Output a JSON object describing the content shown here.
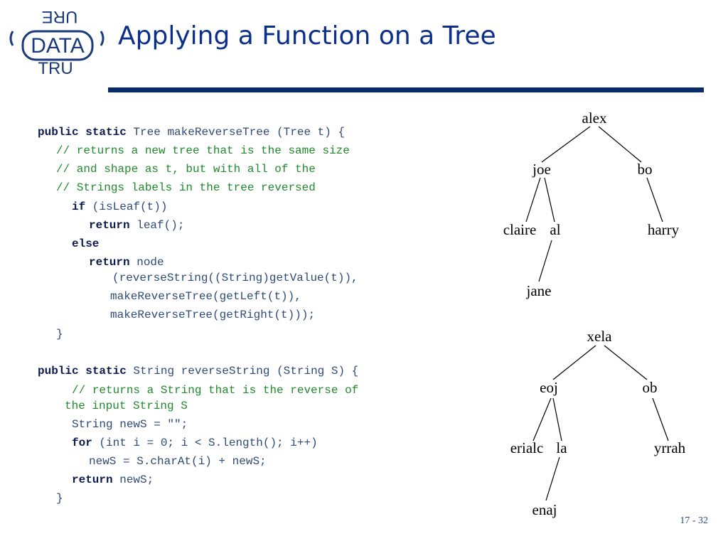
{
  "slide": {
    "title": "Applying a Function on a Tree",
    "page_number": "17 - 32",
    "logo": {
      "word": "DATA",
      "arc_top": "URE",
      "arc_bottom": "TRU"
    }
  },
  "code": {
    "lines": [
      [
        {
          "t": "kw",
          "v": "public static"
        },
        {
          "t": "pl",
          "v": " Tree makeReverseTree (Tree t) {"
        }
      ],
      [
        {
          "t": "cm",
          "v": "// returns a new tree that is the same size"
        }
      ],
      [
        {
          "t": "cm",
          "v": "// and shape as t, but with all of the"
        }
      ],
      [
        {
          "t": "cm",
          "v": "// Strings labels in the tree reversed"
        }
      ],
      [
        {
          "t": "kw",
          "v": "if"
        },
        {
          "t": "pl",
          "v": " (isLeaf(t))"
        }
      ],
      [
        {
          "t": "kw",
          "v": "return"
        },
        {
          "t": "pl",
          "v": " leaf();"
        }
      ],
      [
        {
          "t": "kw",
          "v": "else"
        }
      ],
      [
        {
          "t": "kw",
          "v": "return"
        },
        {
          "t": "pl",
          "v": " node"
        }
      ],
      [
        {
          "t": "pl",
          "v": "(reverseString((String)getValue(t)),"
        }
      ],
      [
        {
          "t": "pl",
          "v": "makeReverseTree(getLeft(t)),"
        }
      ],
      [
        {
          "t": "pl",
          "v": "makeReverseTree(getRight(t)));"
        }
      ],
      [
        {
          "t": "pl",
          "v": "}"
        }
      ],
      [
        {
          "t": "kw",
          "v": "public static"
        },
        {
          "t": "pl",
          "v": " String reverseString (String S) {"
        }
      ],
      [
        {
          "t": "cm",
          "v": "// returns a String that is the reverse of"
        }
      ],
      [
        {
          "t": "cm",
          "v": "the input String S"
        }
      ],
      [
        {
          "t": "pl",
          "v": "String newS = \"\";"
        }
      ],
      [
        {
          "t": "kw",
          "v": "for"
        },
        {
          "t": "pl",
          "v": " (int i = 0; i < S.length(); i++)"
        }
      ],
      [
        {
          "t": "pl",
          "v": "newS = S.charAt(i) + newS;"
        }
      ],
      [
        {
          "t": "kw",
          "v": "return"
        },
        {
          "t": "pl",
          "v": " newS;"
        }
      ],
      [
        {
          "t": "pl",
          "v": "}"
        }
      ]
    ]
  },
  "trees": {
    "original": {
      "root": "alex",
      "left": "joe",
      "right": "bo",
      "left_left": "claire",
      "left_right": "al",
      "right_right": "harry",
      "left_right_left": "jane"
    },
    "reversed": {
      "root": "xela",
      "left": "eoj",
      "right": "ob",
      "left_left": "erialc",
      "left_right": "la",
      "right_right": "yrrah",
      "left_right_left": "enaj"
    }
  },
  "colors": {
    "title": "#0b2f8a",
    "rule": "#0a2b69",
    "keyword": "#0d1a4f",
    "comment": "#1f8a2b",
    "code": "#2d4a78"
  }
}
